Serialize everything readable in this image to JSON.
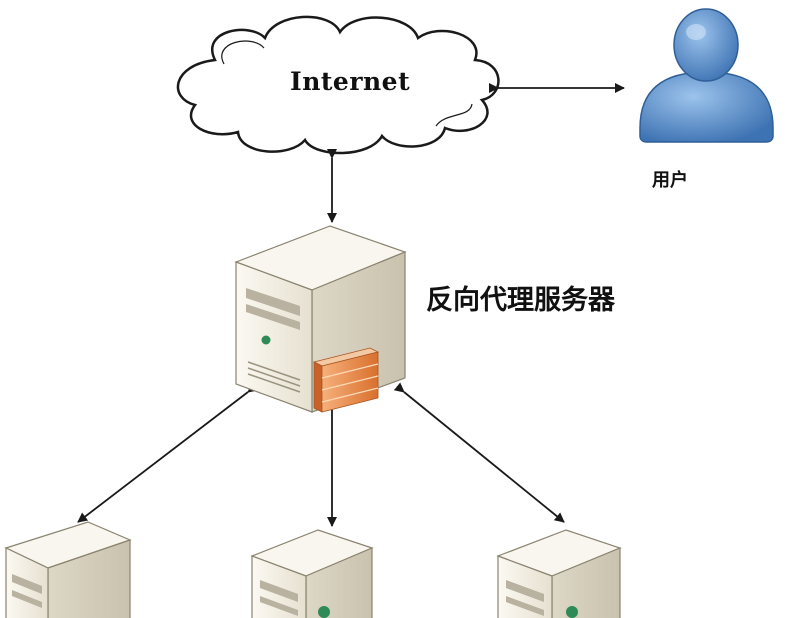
{
  "nodes": {
    "internet": {
      "label": "Internet"
    },
    "user": {
      "label": "用户"
    },
    "proxy": {
      "label": "反向代理服务器"
    },
    "backends": [
      {
        "id": "left"
      },
      {
        "id": "center"
      },
      {
        "id": "right"
      }
    ]
  },
  "colors": {
    "line": "#1a1a1a",
    "server_face": "#f1ede2",
    "server_side": "#d9d3c2",
    "server_top": "#f8f6ef",
    "user_body": "#4f86c6",
    "firewall": "#e88a4a",
    "led": "#2e8b57"
  }
}
